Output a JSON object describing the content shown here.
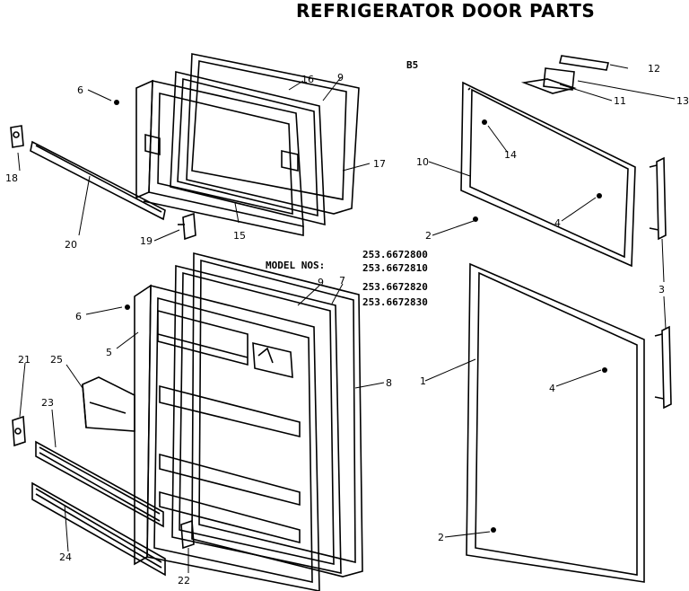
{
  "title": "REFRIGERATOR DOOR PARTS",
  "section_label": "B5",
  "model_numbers": {
    "prefix": "MODEL NOS:",
    "items": [
      "253.6672800",
      "253.6672810",
      "253.6672820",
      "253.6672830"
    ]
  },
  "callouts": [
    "1",
    "2",
    "2",
    "3",
    "4",
    "4",
    "5",
    "6",
    "6",
    "7",
    "8",
    "9",
    "9",
    "10",
    "11",
    "12",
    "13",
    "14",
    "15",
    "16",
    "17",
    "18",
    "19",
    "20",
    "21",
    "22",
    "23",
    "24",
    "25"
  ]
}
